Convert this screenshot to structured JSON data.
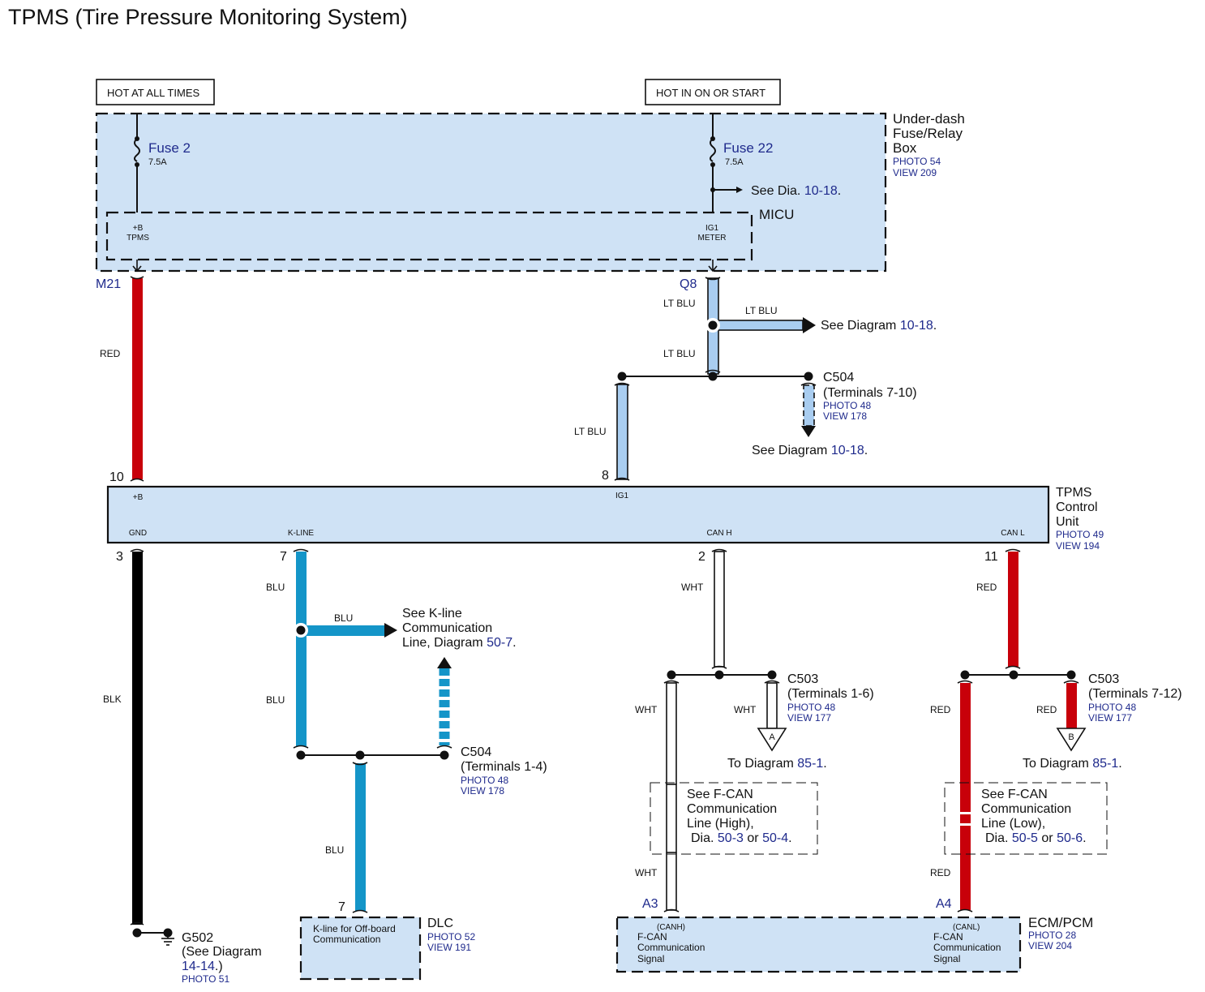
{
  "title": "TPMS (Tire Pressure Monitoring System)",
  "colors": {
    "red_wire": "#c8000a",
    "lt_blu_wire": "#a9cdf0",
    "blu_wire": "#1495c8",
    "blk_wire": "#000000",
    "wht_wire": "#ffffff",
    "component_fill": "#cfe2f5",
    "reference_text": "#1f2a8c"
  },
  "power_sources": {
    "hot_at_all_times": "HOT AT ALL TIMES",
    "hot_in_on_or_start": "HOT IN ON OR START"
  },
  "fuse_box": {
    "name_line1": "Under-dash",
    "name_line2": "Fuse/Relay",
    "name_line3": "Box",
    "photo": "PHOTO 54",
    "view": "VIEW 209",
    "fuse_a": {
      "name": "Fuse 2",
      "rating": "7.5A"
    },
    "fuse_b": {
      "name": "Fuse 22",
      "rating": "7.5A"
    },
    "see_dia_prefix": "See  Dia.",
    "see_dia_ref": "10-18",
    "micu": {
      "name": "MICU",
      "term_left_1": "+B",
      "term_left_2": "TPMS",
      "term_right_1": "IG1",
      "term_right_2": "METER"
    }
  },
  "connectors": {
    "m21": "M21",
    "q8": "Q8",
    "a3": "A3",
    "a4": "A4"
  },
  "wires": {
    "red": "RED",
    "lt_blu": "LT BLU",
    "blu": "BLU",
    "blk": "BLK",
    "wht": "WHT"
  },
  "refs": {
    "see_diagram": "See  Diagram",
    "ref_10_18": "10-18",
    "period": ".",
    "c504_top": {
      "name": "C504",
      "terminals": "(Terminals 7-10)",
      "photo": "PHOTO 48",
      "view": "VIEW 178"
    },
    "c504_bottom": {
      "name": "C504",
      "terminals": "(Terminals 1-4)",
      "photo": "PHOTO 48",
      "view": "VIEW 178"
    },
    "kline": {
      "line1": "See K-line",
      "line2": "Communication",
      "line3_prefix": "Line,  Diagram",
      "ref": "50-7"
    },
    "c503_high": {
      "name": "C503",
      "terminals": "(Terminals 1-6)",
      "photo": "PHOTO 48",
      "view": "VIEW 177",
      "marker": "A"
    },
    "c503_low": {
      "name": "C503",
      "terminals": "(Terminals 7-12)",
      "photo": "PHOTO 48",
      "view": "VIEW 177",
      "marker": "B"
    },
    "to_diagram": "To  Diagram",
    "ref_85_1": "85-1",
    "fcan_high": {
      "line1": "See F-CAN",
      "line2": "Communication",
      "line3": "Line (High),",
      "dia": "Dia.",
      "ref1": "50-3",
      "or": "or",
      "ref2": "50-4"
    },
    "fcan_low": {
      "line1": "See F-CAN",
      "line2": "Communication",
      "line3": "Line (Low),",
      "dia": "Dia.",
      "ref1": "50-5",
      "or": "or",
      "ref2": "50-6"
    }
  },
  "tpms_unit": {
    "name_line1": "TPMS",
    "name_line2": "Control",
    "name_line3": "Unit",
    "photo": "PHOTO 49",
    "view": "VIEW 194",
    "terminals": {
      "plus_b": {
        "label": "+B",
        "pin": "10"
      },
      "ig1": {
        "label": "IG1",
        "pin": "8"
      },
      "gnd": {
        "label": "GND",
        "pin": "3"
      },
      "kline": {
        "label": "K-LINE",
        "pin": "7"
      },
      "canh": {
        "label": "CAN H",
        "pin": "2"
      },
      "canl": {
        "label": "CAN L",
        "pin": "11"
      }
    }
  },
  "ground": {
    "name": "G502",
    "see_line": "(See  Diagram",
    "ref": "14-14",
    "close": ".)",
    "photo": "PHOTO 51"
  },
  "dlc": {
    "name": "DLC",
    "pin": "7",
    "desc_line1": "K-line for Off-board",
    "desc_line2": "Communication",
    "photo": "PHOTO 52",
    "view": "VIEW 191"
  },
  "ecm": {
    "name": "ECM/PCM",
    "photo": "PHOTO 28",
    "view": "VIEW 204",
    "canh_tag": "(CANH)",
    "canl_tag": "(CANL)",
    "sig_line1": "F-CAN",
    "sig_line2": "Communication",
    "sig_line3": "Signal"
  }
}
